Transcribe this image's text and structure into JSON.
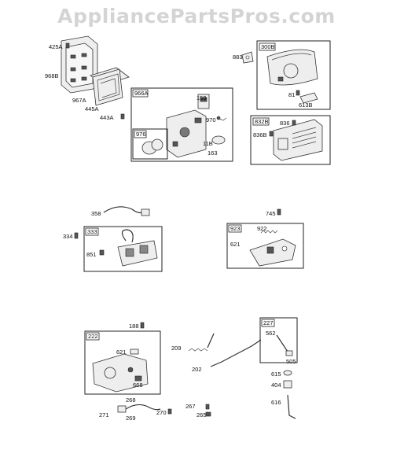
{
  "watermark": "AppliancePartsPros.com",
  "labels": {
    "p425A": "425A",
    "p968B": "968B",
    "p967A": "967A",
    "p445A": "445A",
    "p443A": "443A",
    "p966A": "966A",
    "p159": "159",
    "p970": "970",
    "p976": "976",
    "p11B": "11B",
    "p163": "163",
    "p883": "883",
    "p300B": "300B",
    "p81": "81",
    "p613B": "613B",
    "p832B": "832B",
    "p836": "836",
    "p836B": "836B",
    "p358": "358",
    "p334": "334",
    "p333": "333",
    "p851": "851",
    "p745": "745",
    "p923": "923",
    "p922": "922",
    "p621a": "621",
    "p188": "188",
    "p222": "222",
    "p621b": "621",
    "p668": "668",
    "p209": "209",
    "p202": "202",
    "p227": "227",
    "p562": "562",
    "p505": "505",
    "p615": "615",
    "p404": "404",
    "p616": "616",
    "p268": "268",
    "p271": "271",
    "p269": "269",
    "p270": "270",
    "p267": "267",
    "p265": "265"
  }
}
